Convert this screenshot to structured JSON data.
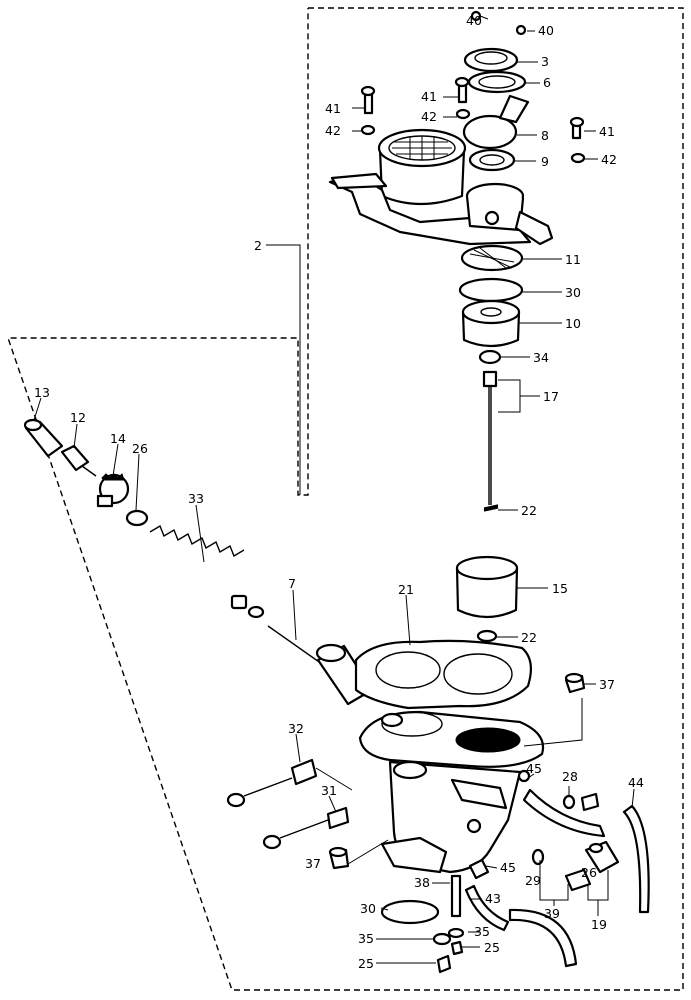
{
  "callouts": {
    "c2": "2",
    "c3": "3",
    "c6": "6",
    "c7": "7",
    "c8": "8",
    "c9": "9",
    "c10": "10",
    "c11": "11",
    "c12": "12",
    "c13": "13",
    "c14": "14",
    "c15": "15",
    "c17": "17",
    "c19": "19",
    "c21": "21",
    "c22a": "22",
    "c22b": "22",
    "c25a": "25",
    "c25b": "25",
    "c26a": "26",
    "c26b": "26",
    "c28": "28",
    "c29": "29",
    "c30a": "30",
    "c30b": "30",
    "c31": "31",
    "c32": "32",
    "c33": "33",
    "c34": "34",
    "c35a": "35",
    "c35b": "35",
    "c37a": "37",
    "c37b": "37",
    "c38": "38",
    "c39": "39",
    "c40a": "40",
    "c40b": "40",
    "c41a": "41",
    "c41b": "41",
    "c41c": "41",
    "c42a": "42",
    "c42b": "42",
    "c42c": "42",
    "c43": "43",
    "c44": "44",
    "c45a": "45",
    "c45b": "45"
  },
  "colors": {
    "ink": "#000000",
    "paper": "#ffffff"
  }
}
